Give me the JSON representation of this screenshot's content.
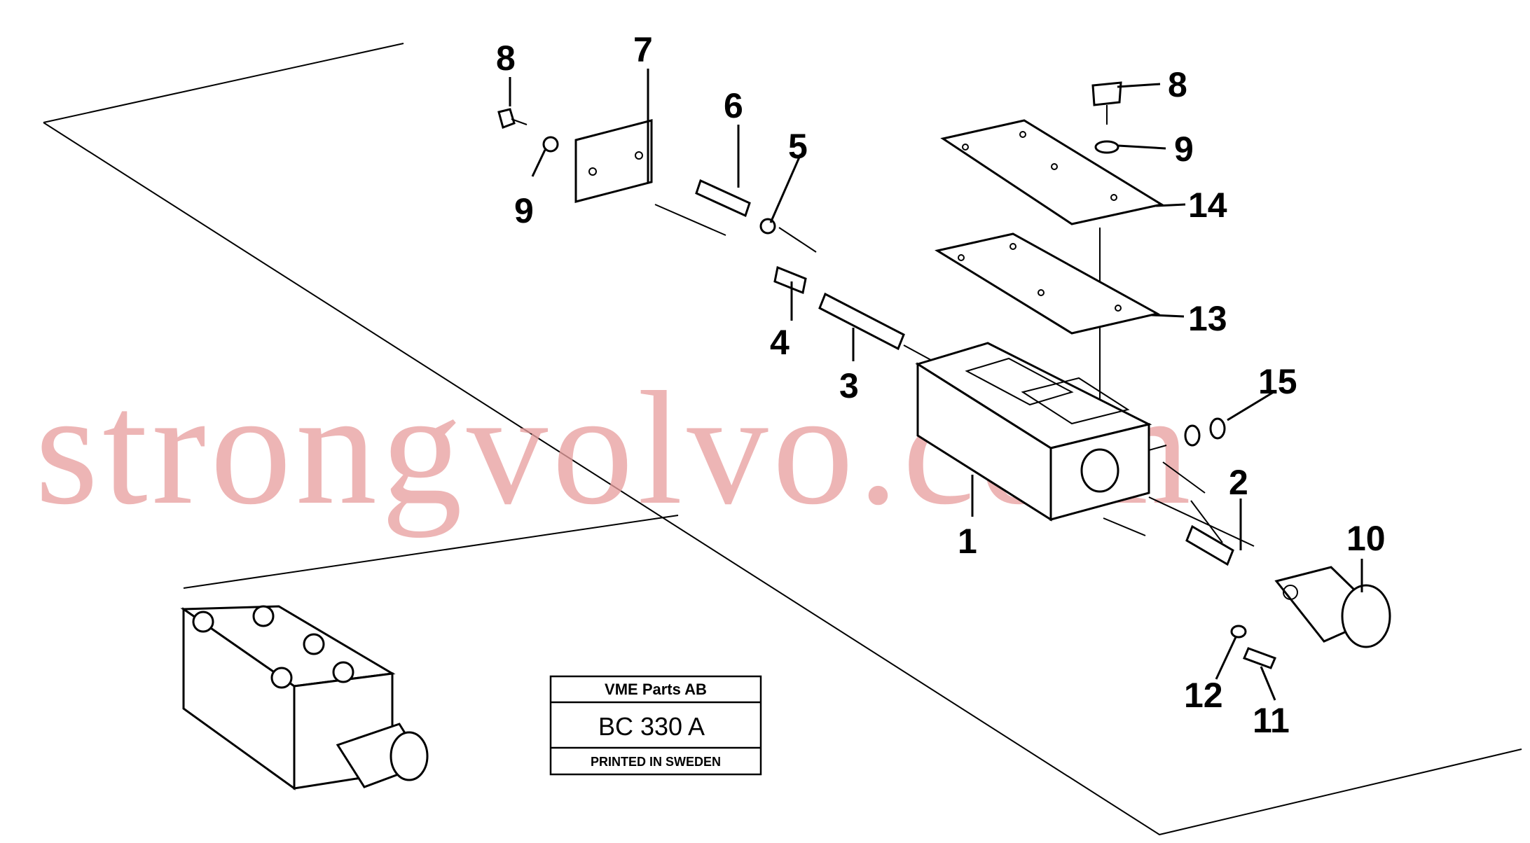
{
  "callouts": [
    "1",
    "2",
    "3",
    "4",
    "5",
    "6",
    "7",
    "8",
    "9",
    "10",
    "11",
    "12",
    "13",
    "14",
    "15"
  ],
  "watermark": "strongvolvo.com",
  "title_block": {
    "company": "VME Parts AB",
    "code": "BC 330 A",
    "printed": "PRINTED IN SWEDEN"
  }
}
